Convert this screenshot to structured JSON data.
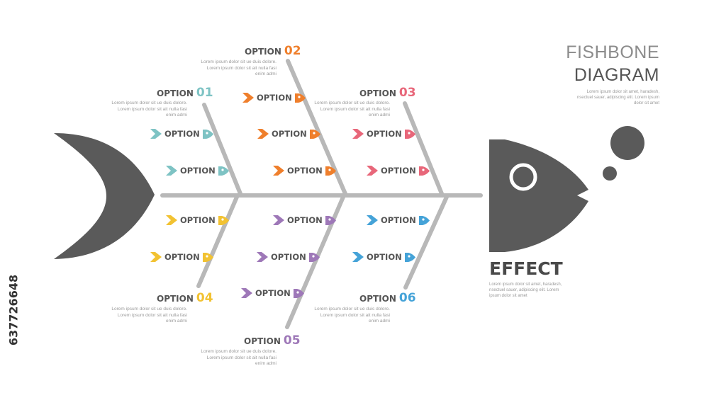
{
  "title": {
    "line1": "FISHBONE",
    "line2": "DIAGRAM",
    "description": "Lorem ipsum dolor sit amet, haradesh, nsectuel sauer, adipiscing elit. Lorem ipsum dolor sit amet"
  },
  "effect": {
    "label": "EFFECT",
    "description": "Lorem ipsum dolor sit amet, haradesh, nsectuel sauer, adipiscing elit. Lorem ipsum dolor sit amet"
  },
  "watermark": "637726648",
  "colors": {
    "fish": "#5a5a5a",
    "bone": "#b8b8b8",
    "branch1": "#7ec3c4",
    "branch2": "#ef7f2c",
    "branch3": "#e8677a",
    "branch4": "#f2c232",
    "branch5": "#9e78b8",
    "branch6": "#45a3d8"
  },
  "branches": [
    {
      "heading": "OPTION",
      "number": "01",
      "description": "Lorem ipsum dolor sit ue duis dolore. Lorem ipsum dolor sit ait nulla fasi enim admi",
      "options": [
        "OPTION",
        "OPTION"
      ]
    },
    {
      "heading": "OPTION",
      "number": "02",
      "description": "Lorem ipsum dolor sit ue duis dolore. Lorem ipsum dolor sit ait nulla fasi enim admi",
      "options": [
        "OPTION",
        "OPTION",
        "OPTION"
      ]
    },
    {
      "heading": "OPTION",
      "number": "03",
      "description": "Lorem ipsum dolor sit ue duis dolore. Lorem ipsum dolor sit ait nulla fasi enim admi",
      "options": [
        "OPTION",
        "OPTION"
      ]
    },
    {
      "heading": "OPTION",
      "number": "04",
      "description": "Lorem ipsum dolor sit ue duis dolore. Lorem ipsum dolor sit ait nulla fasi enim admi",
      "options": [
        "OPTION",
        "OPTION"
      ]
    },
    {
      "heading": "OPTION",
      "number": "05",
      "description": "Lorem ipsum dolor sit ue duis dolore. Lorem ipsum dolor sit ait nulla fasi enim admi",
      "options": [
        "OPTION",
        "OPTION",
        "OPTION"
      ]
    },
    {
      "heading": "OPTION",
      "number": "06",
      "description": "Lorem ipsum dolor sit ue duis dolore. Lorem ipsum dolor sit ait nulla fasi enim admi",
      "options": [
        "OPTION",
        "OPTION"
      ]
    }
  ]
}
